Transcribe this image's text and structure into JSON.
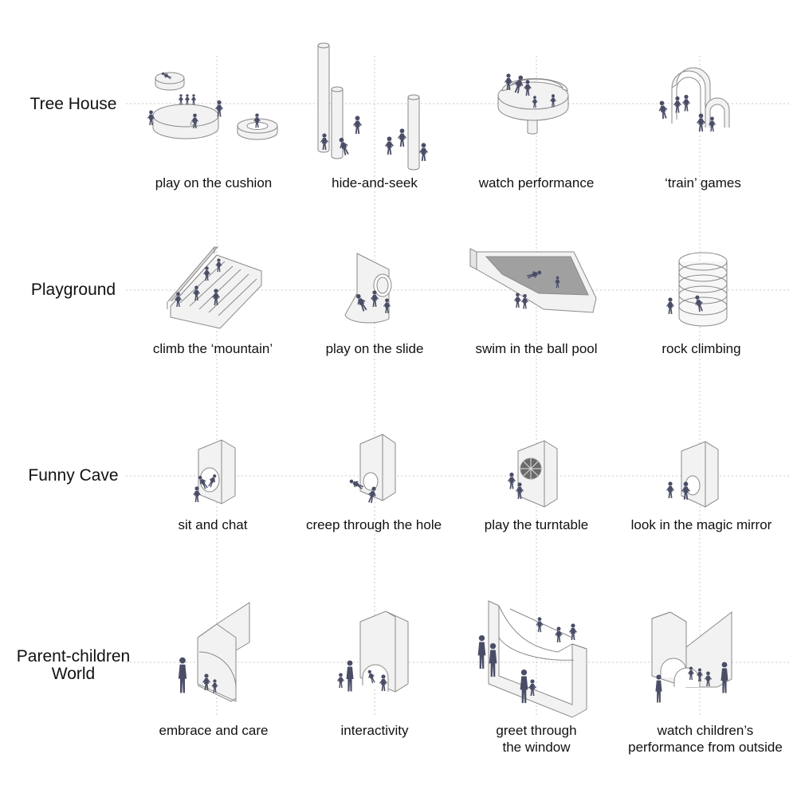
{
  "rows": [
    {
      "label": "Tree House",
      "captions": [
        "play on the cushion",
        "hide-and-seek",
        "watch performance",
        "‘train’ games"
      ]
    },
    {
      "label": "Playground",
      "captions": [
        "climb the ‘mountain’",
        "play on the slide",
        "swim in the ball pool",
        "rock climbing"
      ]
    },
    {
      "label": "Funny Cave",
      "captions": [
        "sit and chat",
        "creep through the hole",
        "play the turntable",
        "look in the magic mirror"
      ]
    },
    {
      "label": "Parent-children\nWorld",
      "captions": [
        "embrace and care",
        "interactivity",
        "greet through\nthe window",
        "watch children’s\nperformance from outside"
      ]
    }
  ],
  "colors": {
    "figure": "#4a4d66",
    "outline": "#8a8a8a",
    "fill": "#f2f2f2",
    "grid": "#c8c8c8",
    "pool": "#9a9a9a"
  }
}
